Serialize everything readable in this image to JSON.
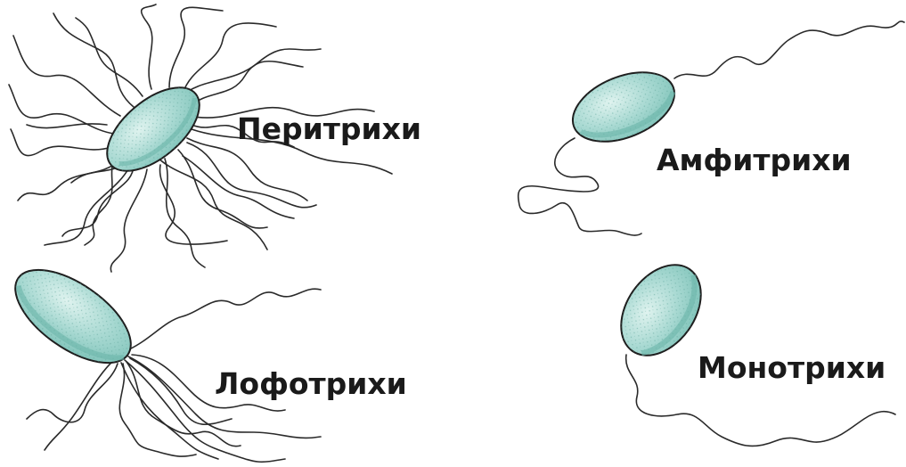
{
  "diagram": {
    "types": [
      {
        "id": "peritrichous",
        "label": "Перитрихи"
      },
      {
        "id": "amphitrichous",
        "label": "Амфитрихи"
      },
      {
        "id": "lophotrichous",
        "label": "Лофотрихи"
      },
      {
        "id": "monotrichous",
        "label": "Монотрихи"
      }
    ]
  },
  "colors": {
    "cell_fill": "#a8d9d2",
    "cell_shade": "#7fc3b9",
    "cell_highlight": "#d8f0ec",
    "outline": "#1e1e1e",
    "flagellum": "#2a2a2a",
    "label": "#1a1a1a"
  }
}
